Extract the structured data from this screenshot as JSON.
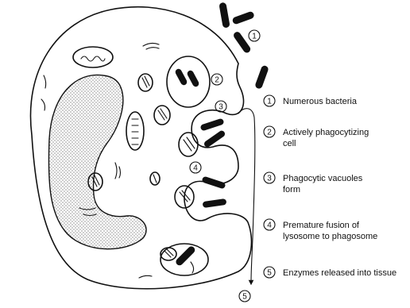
{
  "legend": [
    {
      "number": "1",
      "text": [
        "Numerous bacteria"
      ]
    },
    {
      "number": "2",
      "text": [
        "Actively phagocytizing",
        "cell"
      ]
    },
    {
      "number": "3",
      "text": [
        "Phagocytic vacuoles",
        "form"
      ]
    },
    {
      "number": "4",
      "text": [
        "Premature fusion of",
        "lysosome to phagosome"
      ]
    },
    {
      "number": "5",
      "text": [
        "Enzymes released into tissue"
      ]
    }
  ],
  "diagram_markers": [
    "1",
    "2",
    "3",
    "4",
    "5"
  ],
  "colors": {
    "ink": "#111111",
    "background": "#ffffff",
    "stipple": "#111111"
  }
}
